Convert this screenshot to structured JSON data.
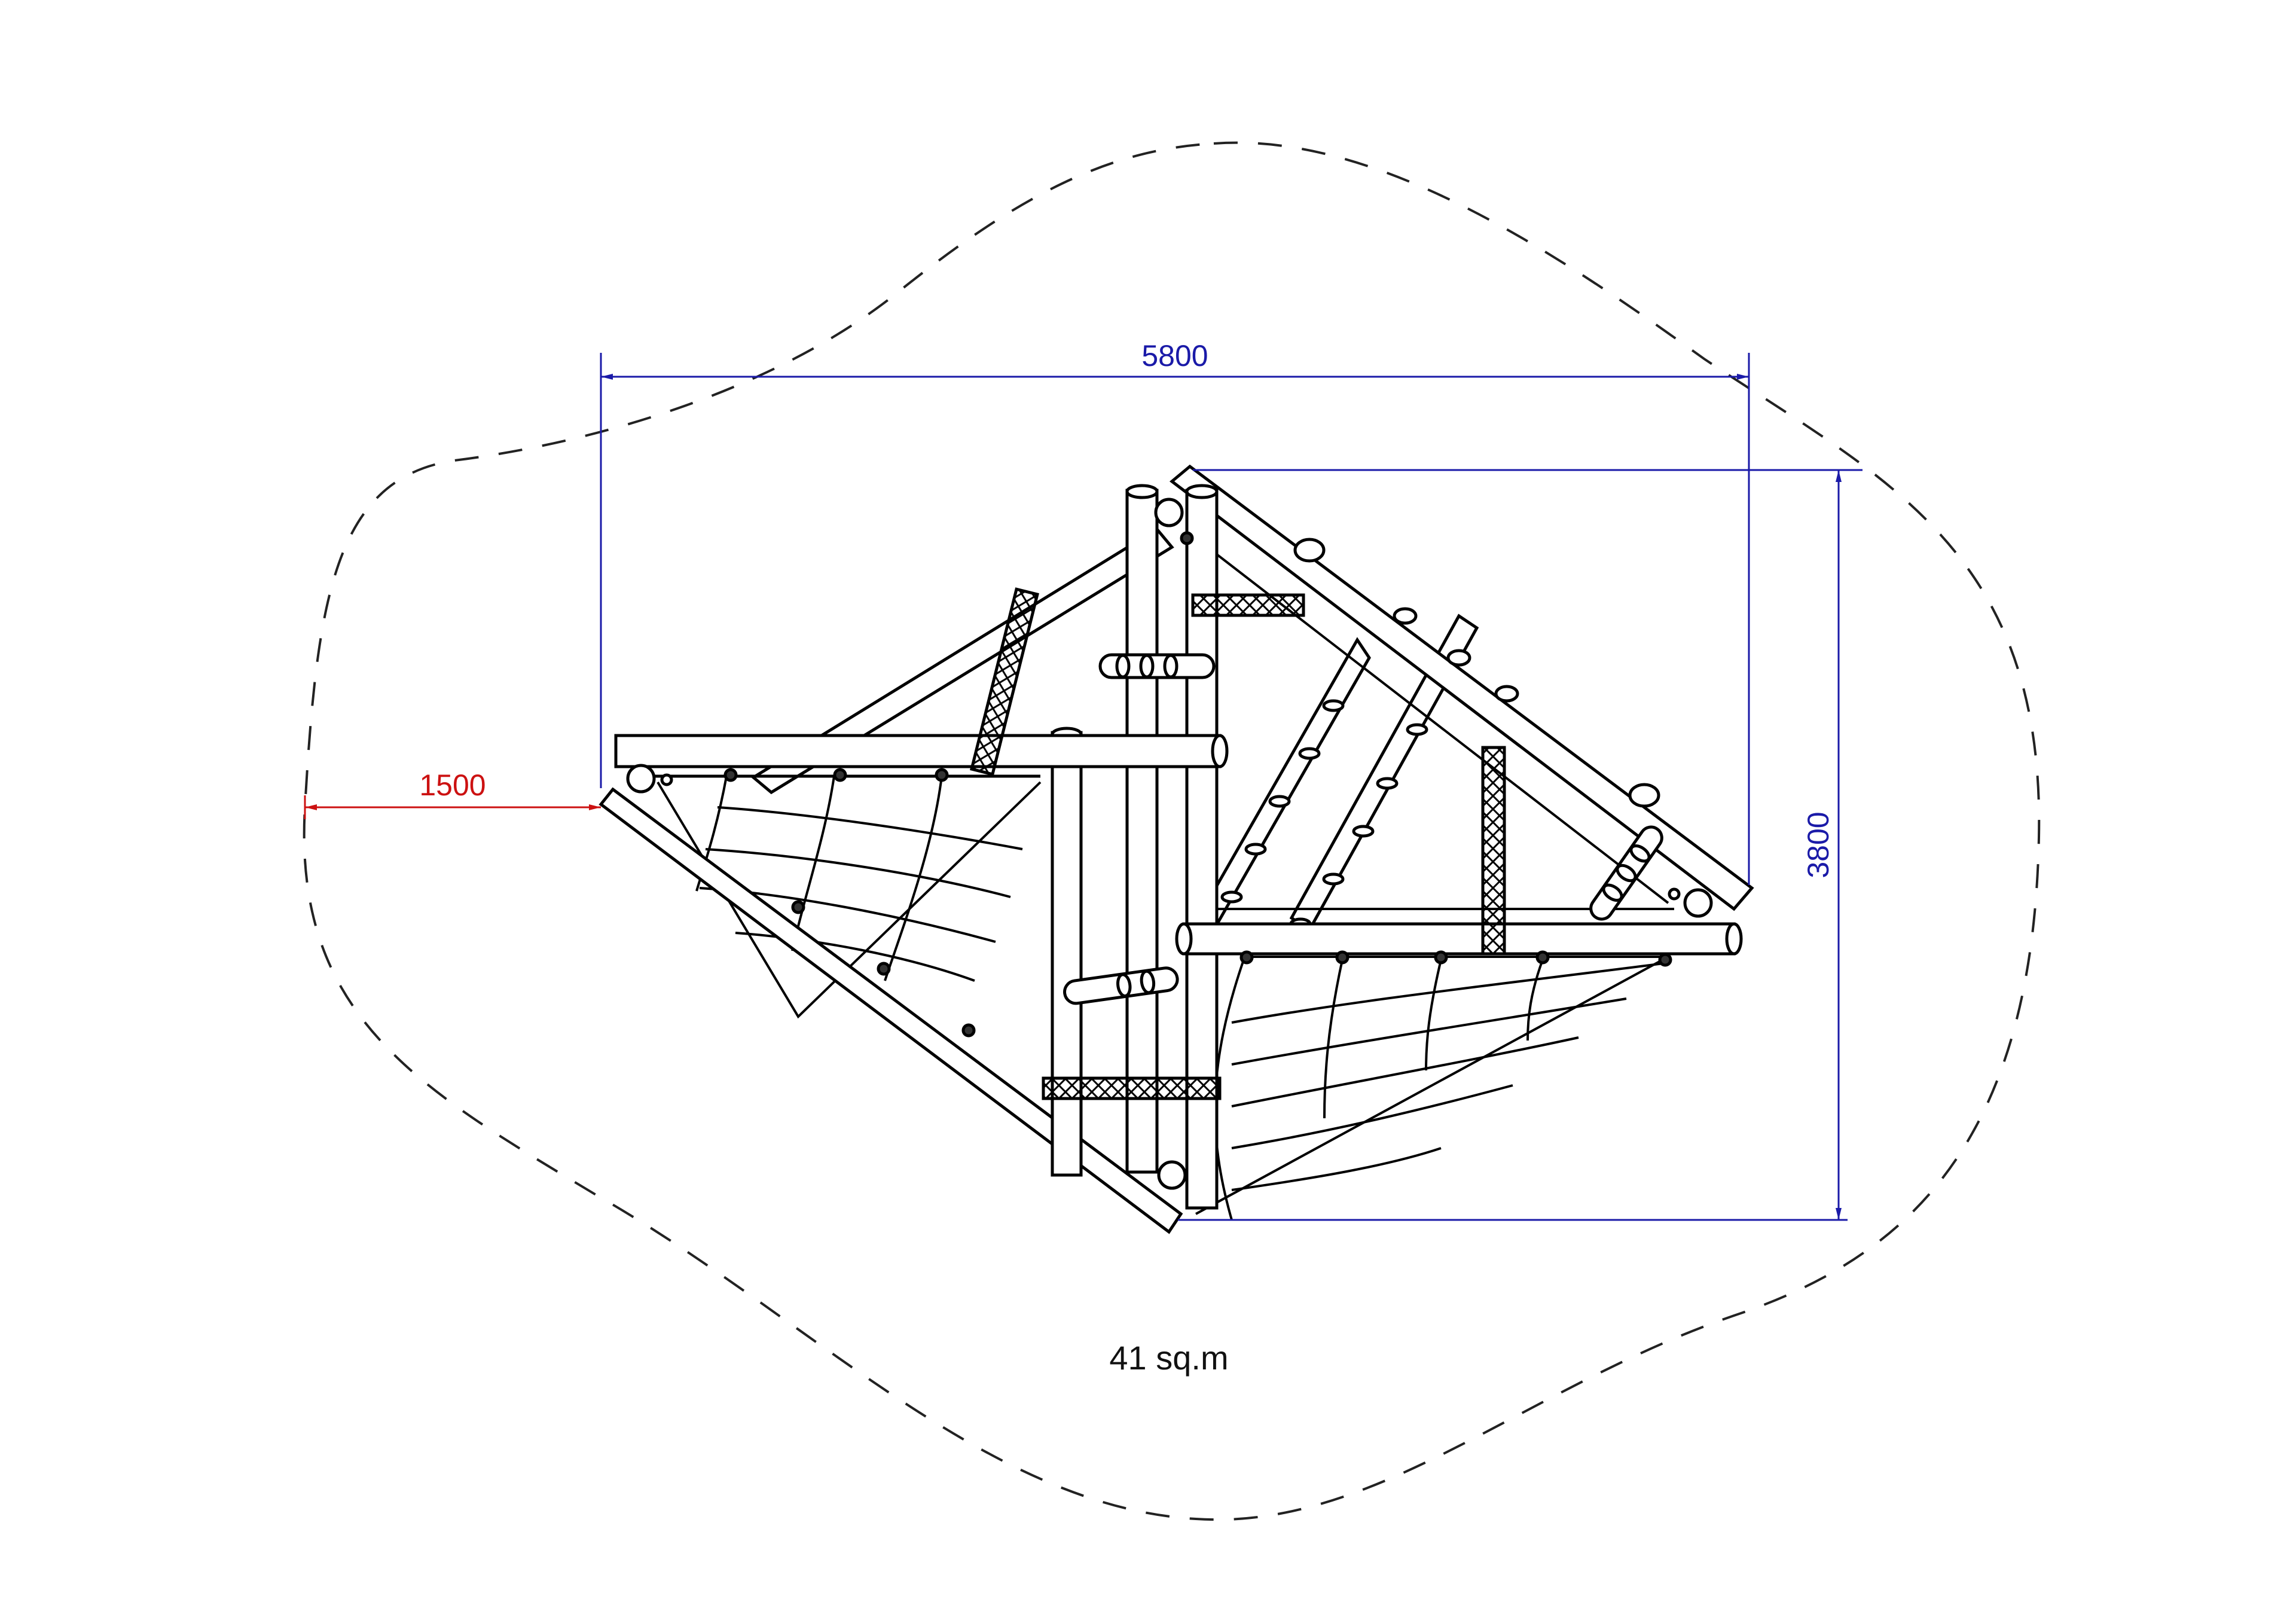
{
  "dimensions": {
    "width": "5800",
    "height": "3800",
    "clearance": "1500"
  },
  "area": "41 sq.m",
  "colors": {
    "dimension_line": "#1a1aa8",
    "clearance_line": "#cc1111",
    "equipment_line": "#000000",
    "safety_zone": "#222222",
    "background": "#ffffff"
  }
}
